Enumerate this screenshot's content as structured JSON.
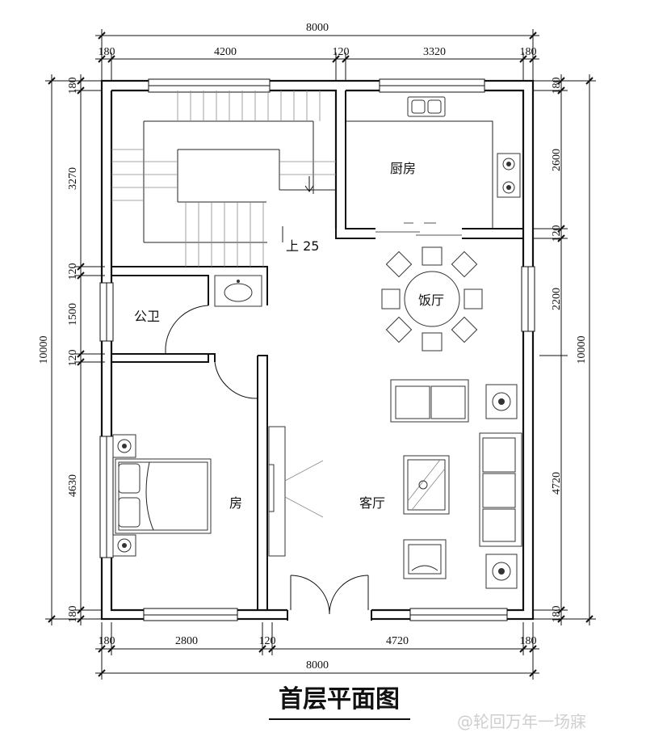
{
  "dims": {
    "top_total": "8000",
    "top_segments": [
      "180",
      "4200",
      "120",
      "3320",
      "180"
    ],
    "bottom_segments": [
      "180",
      "2800",
      "120",
      "4720",
      "180"
    ],
    "bottom_total": "8000",
    "left_segments": [
      "180",
      "3270",
      "120",
      "1500",
      "120",
      "4630",
      "180"
    ],
    "left_total": "10000",
    "right_segments": [
      "180",
      "2600",
      "120",
      "2200",
      "4720",
      "180"
    ],
    "right_total": "10000"
  },
  "rooms": {
    "kitchen": "厨房",
    "dining": "饭厅",
    "bathroom": "公卫",
    "bedroom": "房",
    "living": "客厅",
    "stairs_up": "上 25"
  },
  "title": "首层平面图",
  "watermark": "@轮回万年一场寐"
}
